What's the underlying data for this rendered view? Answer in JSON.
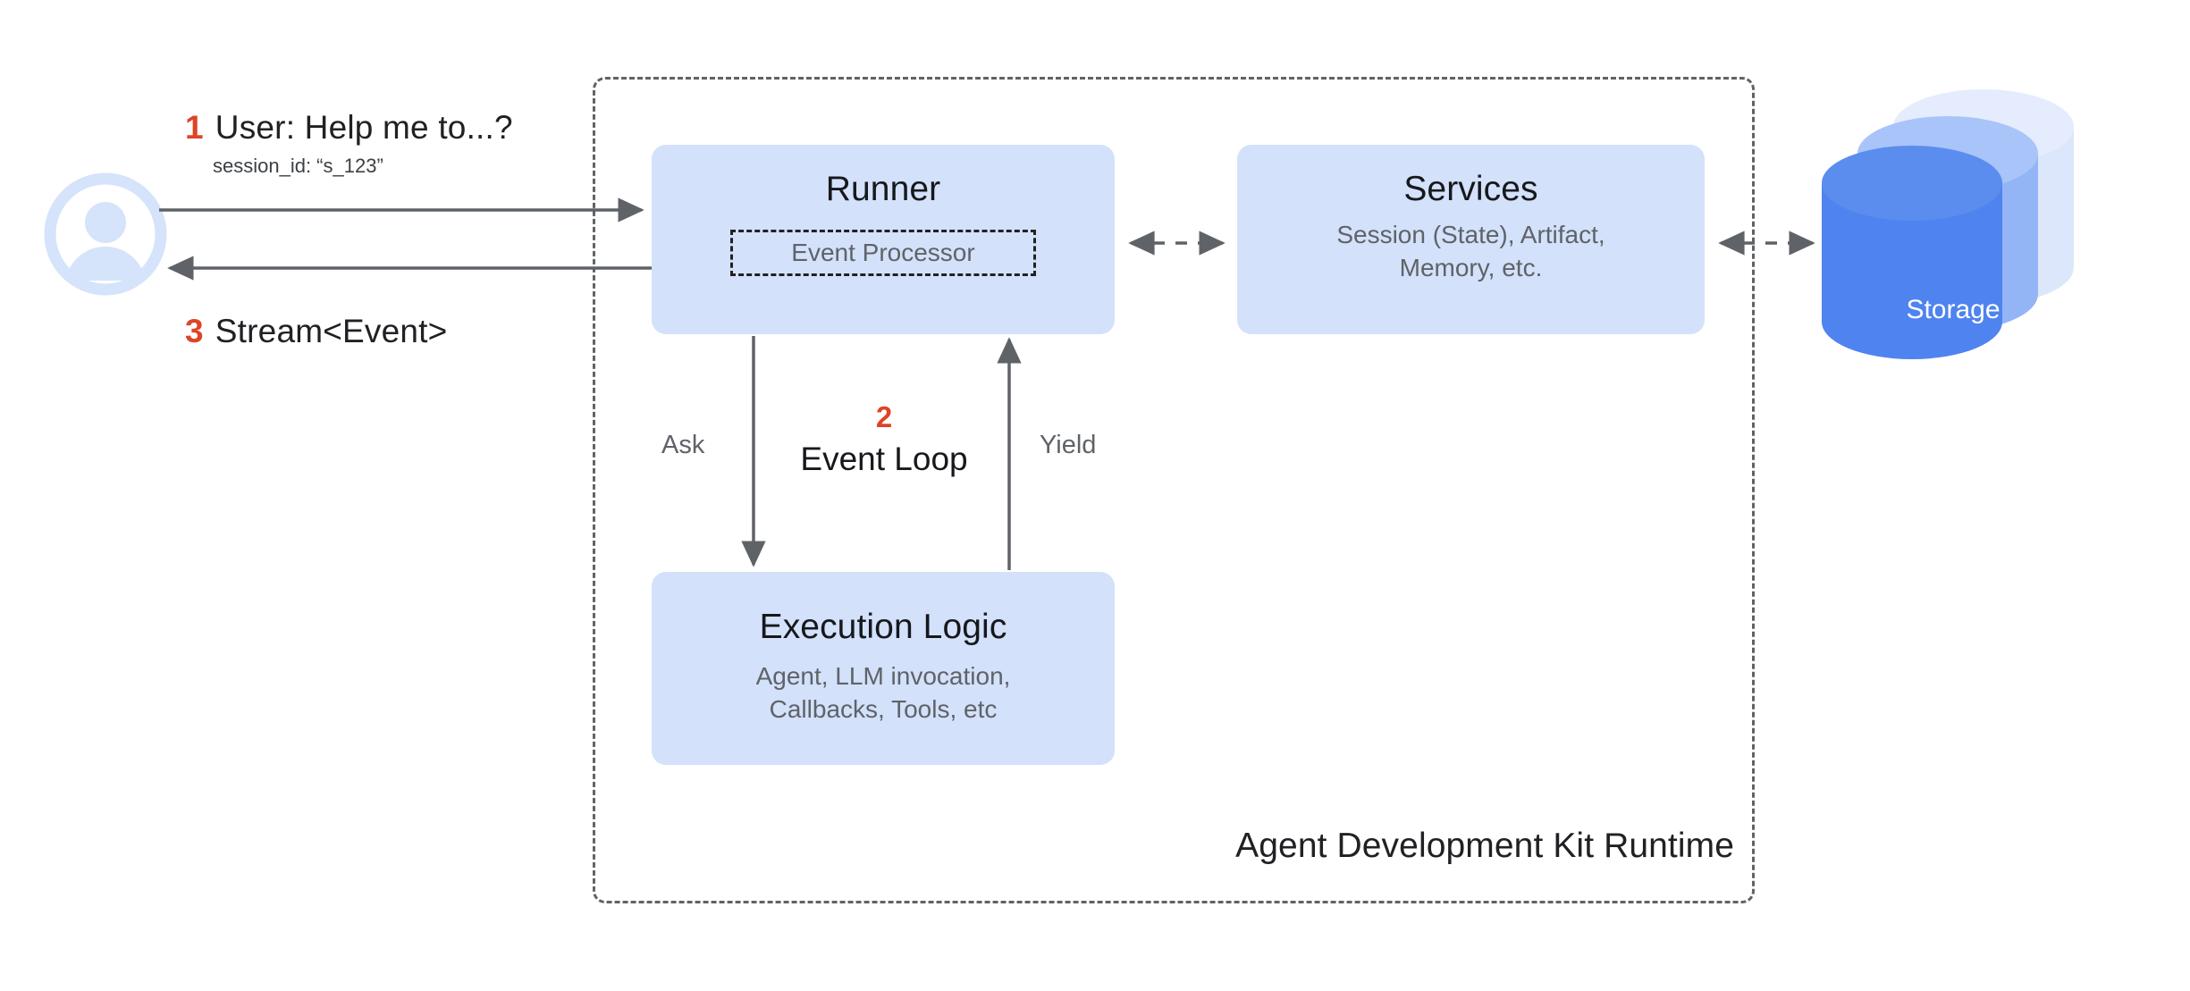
{
  "diagram": {
    "title": "Agent Development Kit Runtime",
    "accent_color": "#dd4526",
    "box_fill": "#d3e1fb",
    "storage_color": "#4f83ef",
    "border_color": "#5f6368"
  },
  "actor": {
    "icon": "user-avatar-icon",
    "name": "User"
  },
  "messages": {
    "request": {
      "number": "1",
      "text": "User: Help me to...?",
      "meta": "session_id: “s_123”"
    },
    "response": {
      "number": "3",
      "text": "Stream<Event>"
    }
  },
  "runner": {
    "title": "Runner",
    "inner": {
      "title": "Event Processor"
    }
  },
  "services": {
    "title": "Services",
    "subtitle": "Session (State), Artifact,\nMemory, etc."
  },
  "execution": {
    "title": "Execution Logic",
    "subtitle": "Agent, LLM invocation,\nCallbacks, Tools, etc"
  },
  "event_loop": {
    "number": "2",
    "label": "Event Loop",
    "down_arrow_label": "Ask",
    "up_arrow_label": "Yield"
  },
  "storage": {
    "label": "Storage"
  },
  "runtime": {
    "label": "Agent Development Kit Runtime"
  }
}
